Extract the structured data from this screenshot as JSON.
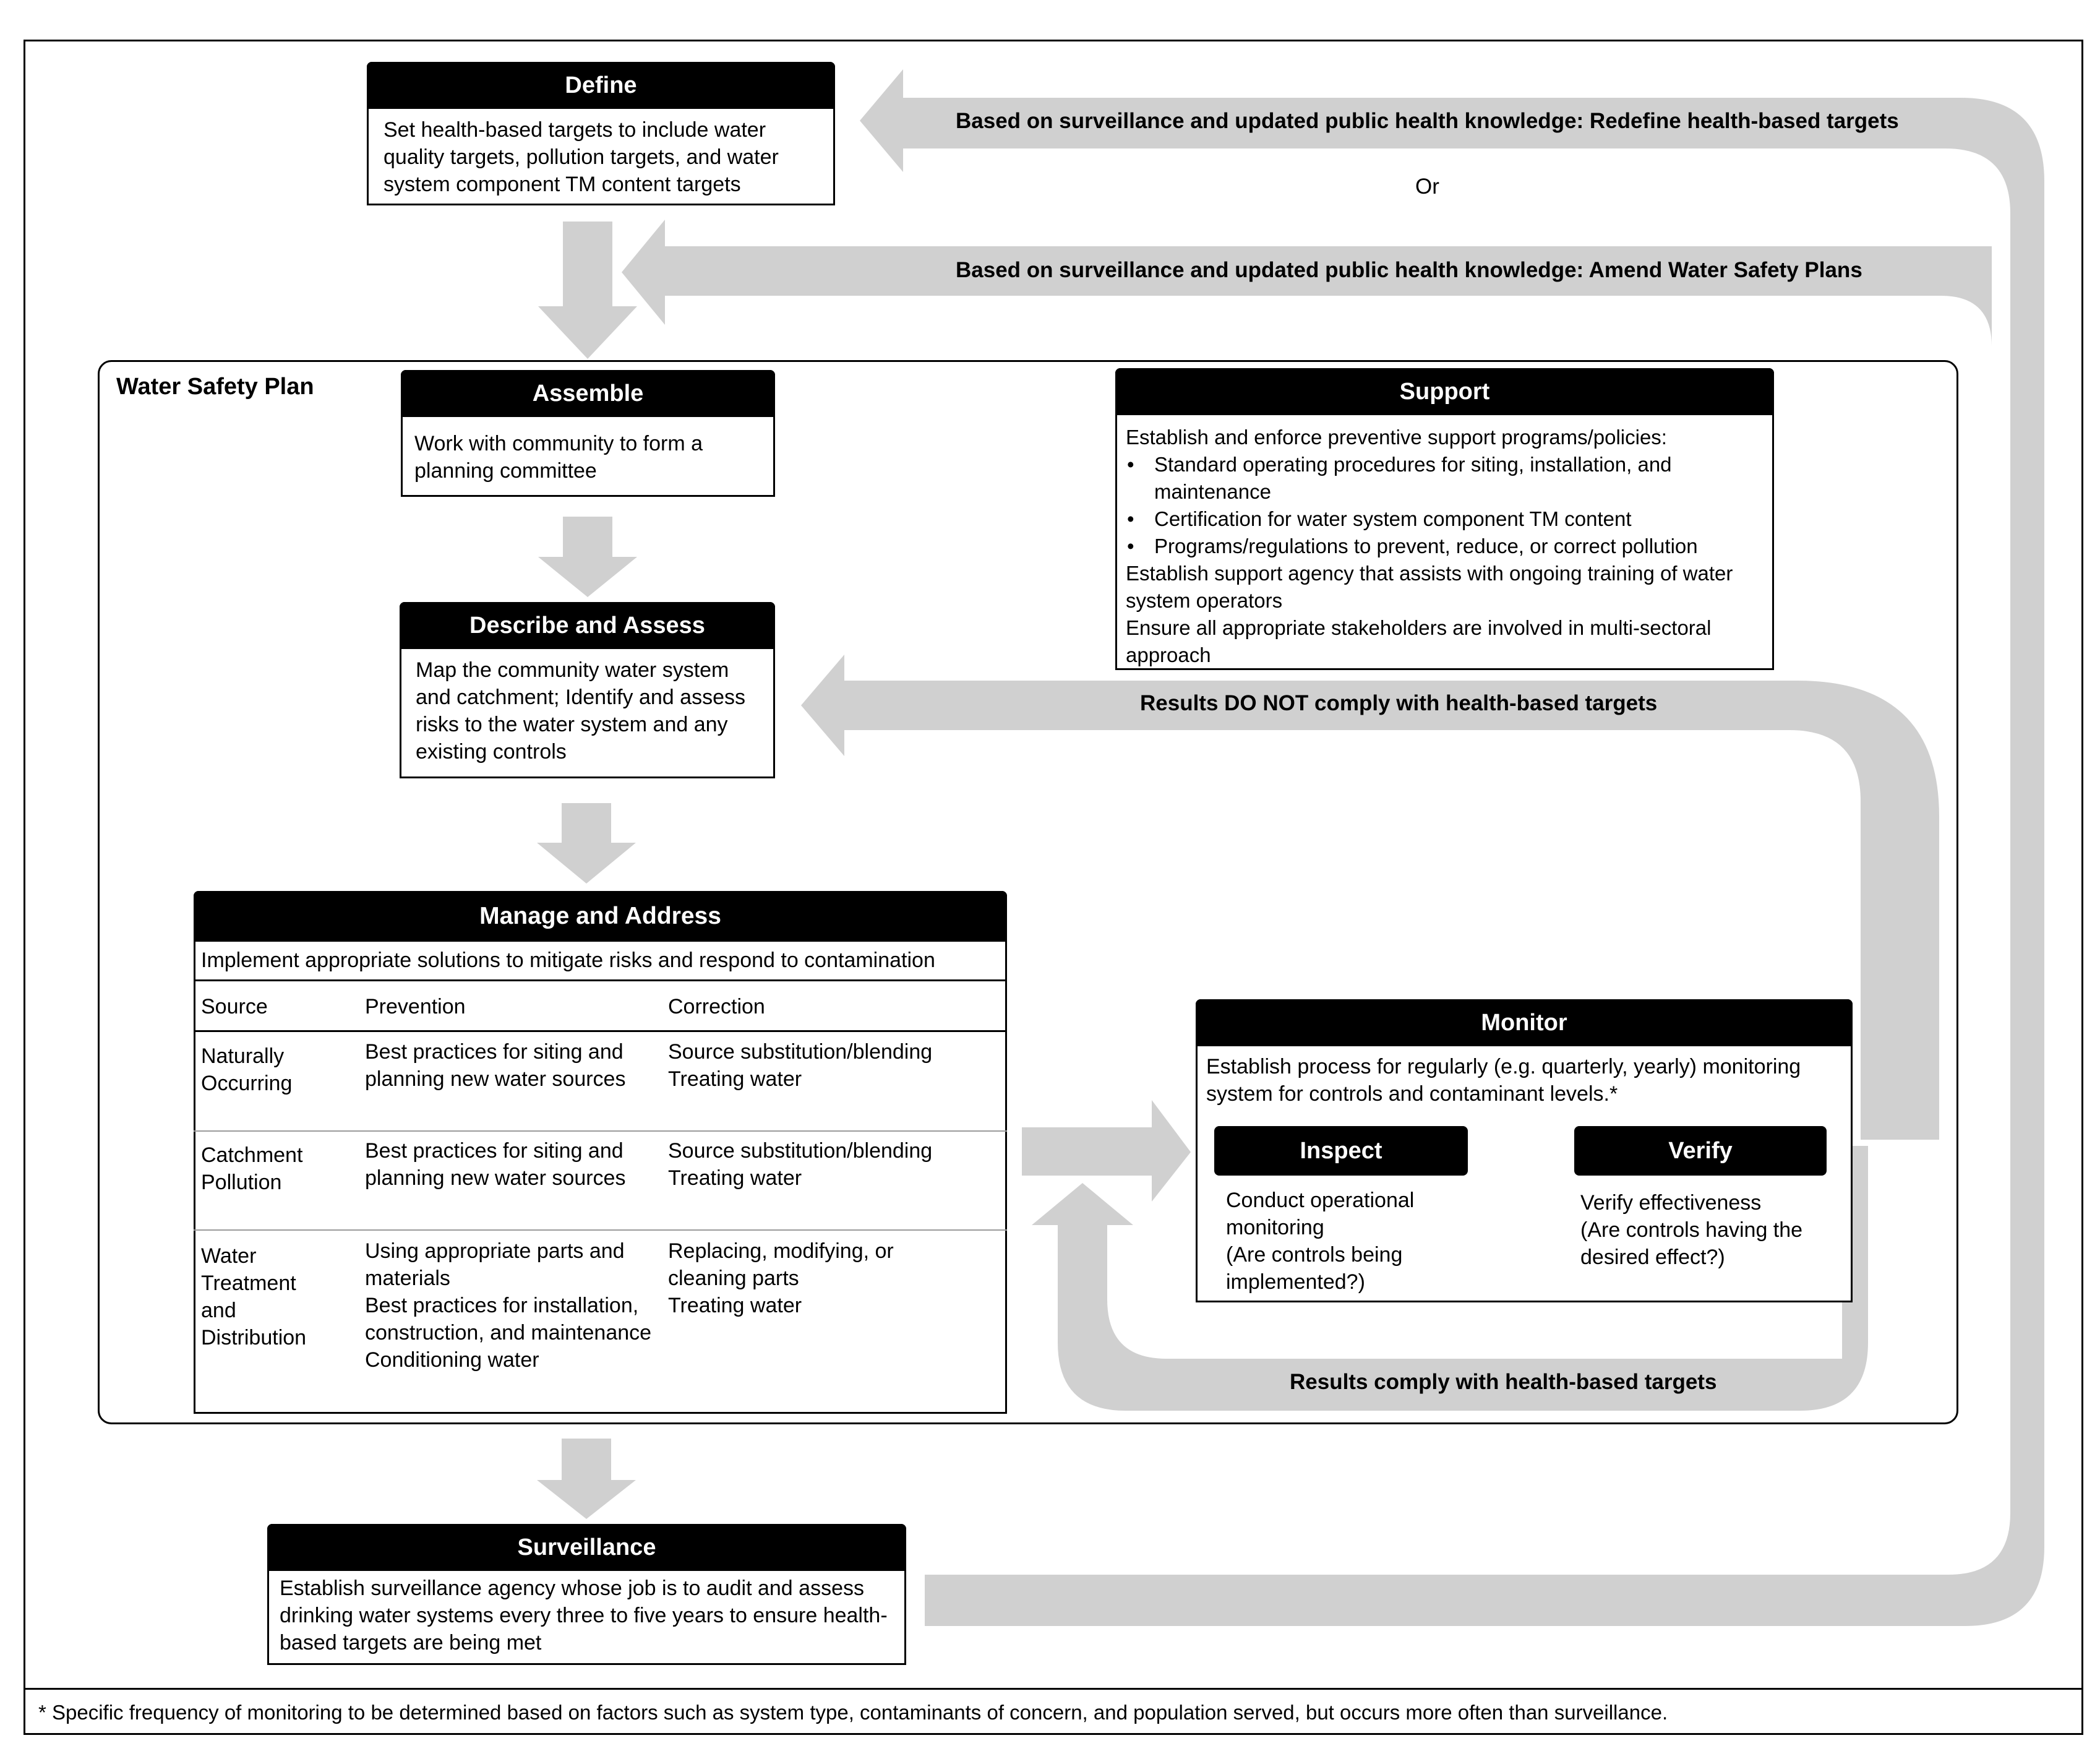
{
  "define": {
    "title": "Define",
    "body": "Set health-based targets to include water quality targets, pollution targets, and water system component TM content targets"
  },
  "feedback": {
    "redefine": "Based on surveillance and updated public health knowledge: Redefine health-based targets",
    "or": "Or",
    "amend": "Based on surveillance and updated public health knowledge: Amend Water Safety Plans",
    "not_comply": "Results DO NOT comply with health-based targets",
    "comply": "Results comply with health-based targets"
  },
  "wsp": {
    "label": "Water Safety Plan"
  },
  "assemble": {
    "title": "Assemble",
    "body": "Work with community to form a planning committee"
  },
  "describe": {
    "title": "Describe and Assess",
    "body": "Map the community water system and catchment; Identify and assess risks to the water system and any existing controls"
  },
  "support": {
    "title": "Support",
    "intro": "Establish and enforce preventive support programs/policies:",
    "bullets": [
      "Standard operating procedures for siting, installation, and maintenance",
      "Certification for water system component TM content",
      "Programs/regulations to prevent, reduce, or correct pollution"
    ],
    "line2": "Establish support agency that assists with ongoing training of water system operators",
    "line3": "Ensure all appropriate stakeholders are involved in multi-sectoral approach"
  },
  "manage": {
    "title": "Manage and Address",
    "intro": "Implement appropriate solutions to mitigate risks and respond to contamination",
    "headers": [
      "Source",
      "Prevention",
      "Correction"
    ],
    "rows": [
      {
        "source": "Naturally Occurring",
        "prevention": "Best practices for siting and planning new water sources",
        "correction": "Source substitution/blending\nTreating water"
      },
      {
        "source": "Catchment Pollution",
        "prevention": "Best practices for siting and planning new water sources",
        "correction": "Source substitution/blending\nTreating water"
      },
      {
        "source": "Water Treatment and Distribution",
        "prevention": "Using appropriate parts and materials\nBest practices for installation, construction, and maintenance\nConditioning water",
        "correction": "Replacing, modifying, or cleaning parts\nTreating water"
      }
    ]
  },
  "monitor": {
    "title": "Monitor",
    "body": "Establish process for regularly (e.g. quarterly, yearly) monitoring system for controls and contaminant levels.*",
    "inspect": {
      "title": "Inspect",
      "body": "Conduct operational monitoring\n(Are controls being implemented?)"
    },
    "verify": {
      "title": "Verify",
      "body": "Verify effectiveness\n(Are controls having the desired effect?)"
    }
  },
  "surveillance": {
    "title": "Surveillance",
    "body": "Establish surveillance agency whose job is to audit and assess drinking water systems every three to five years to ensure health-based targets are being met"
  },
  "footnote": "* Specific frequency of monitoring to be determined based on factors such as system type, contaminants of concern, and population served, but occurs more often than surveillance."
}
